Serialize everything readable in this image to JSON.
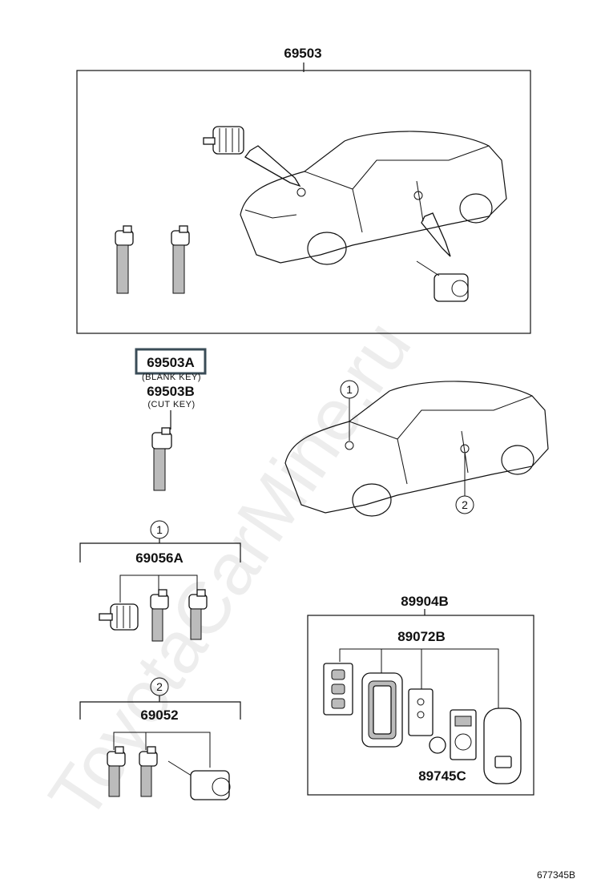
{
  "watermark": "ToyotaCarMine.ru",
  "assembly": {
    "part_number": "69503"
  },
  "key_blank": {
    "part_number": "69503A",
    "sub_label": "(BLANK KEY)",
    "alt_part_number": "69503B",
    "alt_sub_label": "(CUT KEY)"
  },
  "set_one": {
    "circle_label": "1",
    "part_number": "69056A"
  },
  "set_two": {
    "circle_label": "2",
    "part_number": "69052"
  },
  "car_callouts": {
    "one": "1",
    "two": "2"
  },
  "transmitter": {
    "part_number": "89904B",
    "inner_part_number": "89072B",
    "battery_part_number": "89745C"
  },
  "diagram_ref": "677345B",
  "colors": {
    "highlight_box": "#3a4c57",
    "ink": "#111111"
  }
}
